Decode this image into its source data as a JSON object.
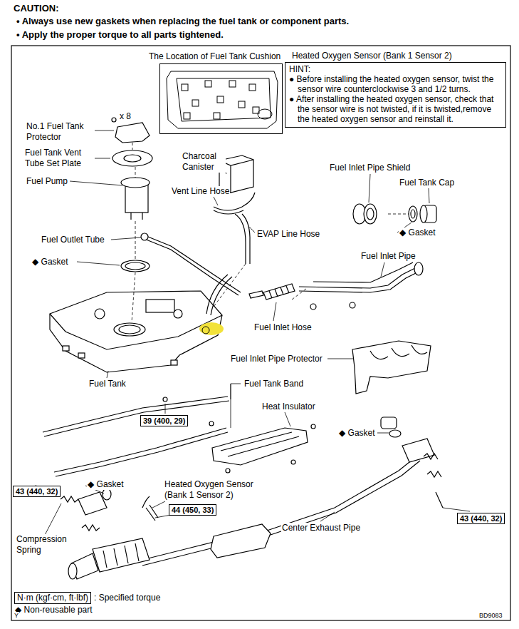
{
  "diagram": {
    "nodes": [
      {
        "text": [
          "Heated Oxygen Sensor (Bank 1 Sensor 2)",
          "HINT:",
          "● Before installing the heated oxygen sensor, twist the sensor wire counterclockwise 3 and 1/2 turns.",
          "● After installing the heated oxygen sensor, check that the sensor wire is not twisted, if it is twisted,remove the heated oxygen sensor and reinstall it."
        ]
      },
      {
        "text": [
          "The Location of Fuel Tank Cushion"
        ]
      },
      {
        "text": [
          "39 (400, 29)"
        ]
      },
      {
        "text": [
          "43 (440, 32)"
        ]
      },
      {
        "text": [
          "44 (450, 33)"
        ]
      },
      {
        "text": [
          "43 (440, 32)"
        ]
      },
      {
        "text": [
          "N·m (kgf·cm, ft·lbf)"
        ]
      }
    ],
    "labels": [
      "CAUTION:",
      "• Always use new gaskets when replacing the fuel tank or component parts.",
      "• Apply the proper torque to all parts tightened.",
      "x 8",
      "No.1 Fuel Tank Protector",
      "Fuel Tank Vent Tube Set Plate",
      "Fuel Pump",
      "Charcoal Canister",
      "Vent Line Hose",
      "Fuel Inlet Pipe Shield",
      "Fuel Tank Cap",
      "◆ Gasket",
      "EVAP Line Hose",
      "Fuel Outlet Tube",
      "◆ Gasket",
      "Fuel Inlet Pipe",
      "Fuel Inlet Hose",
      "Fuel Inlet Pipe Protector",
      "Fuel Tank",
      "Fuel Tank Band",
      "Heat Insulator",
      "◆ Gasket",
      "◆ Gasket",
      "Heated Oxygen Sensor (Bank 1 Sensor 2)",
      "Compression Spring",
      "Center Exhaust Pipe",
      ": Specified torque",
      "◆ Non-reusable part",
      "Y",
      "BD9083"
    ]
  }
}
